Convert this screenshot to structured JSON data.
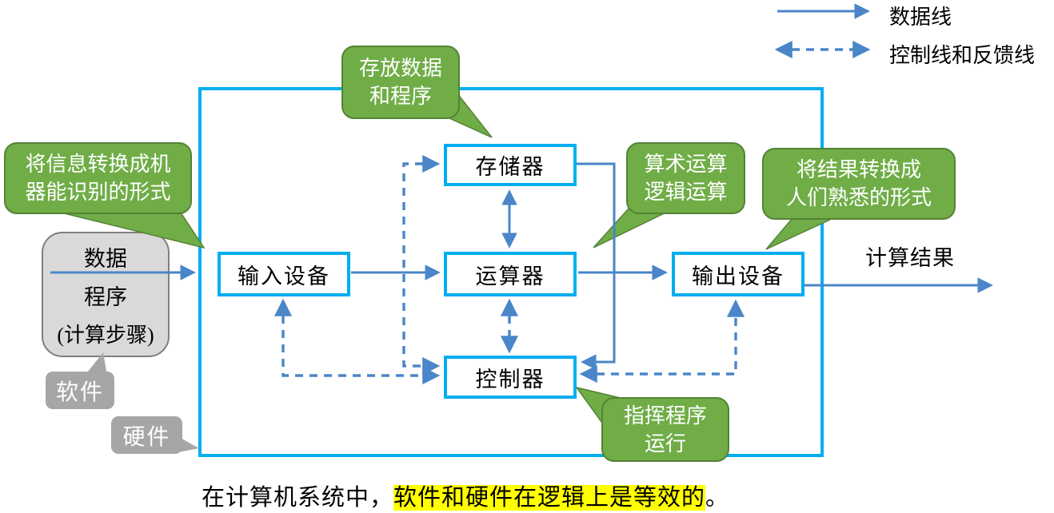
{
  "legend": {
    "data_line": "数据线",
    "control_feedback_line": "控制线和反馈线"
  },
  "components": {
    "memory": "存储器",
    "input_device": "输入设备",
    "alu": "运算器",
    "output_device": "输出设备",
    "controller": "控制器"
  },
  "callouts": {
    "memory": {
      "line1": "存放数据",
      "line2": "和程序"
    },
    "input_device": {
      "line1": "将信息转换成机",
      "line2": "器能识别的形式"
    },
    "alu": {
      "line1": "算术运算",
      "line2": "逻辑运算"
    },
    "output_device": {
      "line1": "将结果转换成",
      "line2": "人们熟悉的形式"
    },
    "controller": {
      "line1": "指挥程序",
      "line2": "运行"
    }
  },
  "software_box": {
    "line1": "数据",
    "line2": "程序",
    "line3": "(计算步骤)"
  },
  "tags": {
    "software": "软件",
    "hardware": "硬件"
  },
  "result_label": "计算结果",
  "caption": {
    "prefix": "在计算机系统中，",
    "highlighted": "软件和硬件在逻辑上是等效的",
    "suffix": "。"
  },
  "colors": {
    "box_border_blue": "#00AEEF",
    "line_blue": "#4A86C8",
    "callout_green": "#70AD47",
    "callout_green_border": "#548235",
    "software_box_gray": "#D9D9D9",
    "tag_gray": "#A6A6A6",
    "highlight_yellow": "#FFFF00"
  }
}
